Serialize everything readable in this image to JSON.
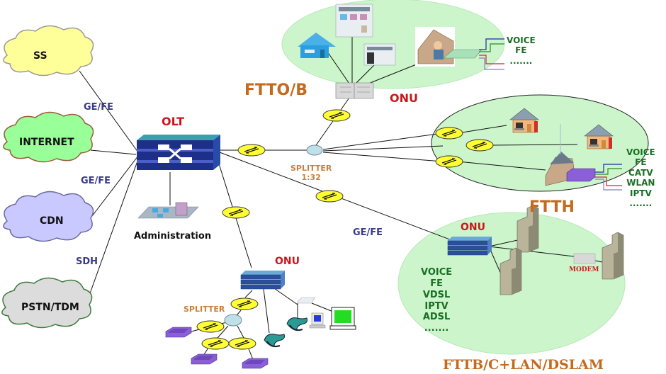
{
  "clouds": [
    {
      "label": "SS",
      "color": "#ffff99"
    },
    {
      "label": "INTERNET",
      "color": "#99ff99"
    },
    {
      "label": "CDN",
      "color": "#c9c9ff"
    },
    {
      "label": "PSTN/TDM",
      "color": "#d9d9d9"
    }
  ],
  "links": {
    "ss": "GE/FE",
    "cdn": "GE/FE",
    "pstn": "SDH",
    "fttb": "GE/FE"
  },
  "olt": {
    "label": "OLT",
    "admin_label": "Administration"
  },
  "splitter_main": {
    "label": "SPLITTER",
    "ratio": "1:32"
  },
  "ftto": {
    "title": "FTTO/B",
    "onu_label": "ONU",
    "services": [
      "VOICE",
      "FE",
      "......."
    ]
  },
  "ftth": {
    "title": "FTTH",
    "services": [
      "VOICE",
      "FE",
      "CATV",
      "WLAN",
      "IPTV",
      "......."
    ]
  },
  "fttb": {
    "title": "FTTB/C+LAN/DSLAM",
    "onu_label": "ONU",
    "modem_label": "MODEM",
    "services": [
      "VOICE",
      "FE",
      "VDSL",
      "IPTV",
      "ADSL",
      "......."
    ]
  },
  "bottom": {
    "onu_label": "ONU",
    "splitter_label": "SPLITTER"
  },
  "colors": {
    "accent_red": "#c8171c",
    "brown": "#c36a1f",
    "service_green": "#1a6e22",
    "link_blue": "#3a3a8a",
    "zone_green": "#ccf5cc",
    "coupler_yellow": "#ffff33"
  }
}
